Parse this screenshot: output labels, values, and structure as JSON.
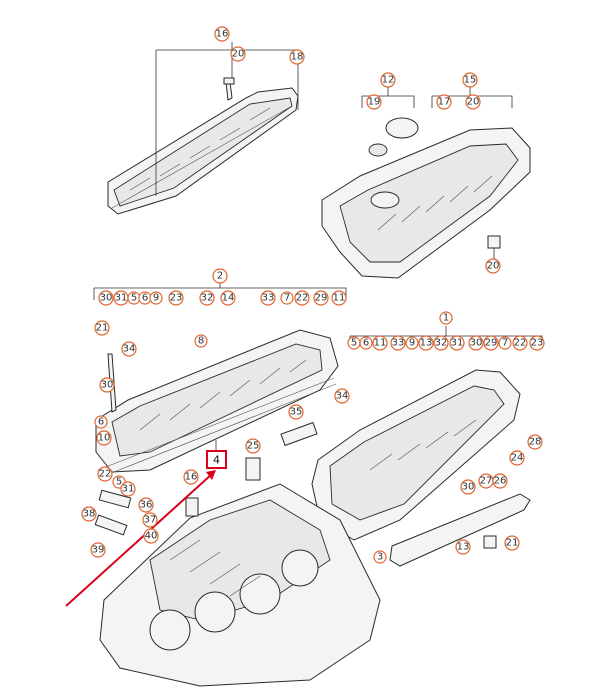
{
  "accent_color": "#e0662f",
  "highlight_color": "#d9001b",
  "highlighted_part": "4",
  "callouts": {
    "c16": "16",
    "c20a": "20",
    "c18": "18",
    "c12": "12",
    "c19": "19",
    "c15": "15",
    "c17": "17",
    "c20b": "20",
    "c20c": "20",
    "c2": "2",
    "r1_30": "30",
    "r1_31": "31",
    "r1_5": "5",
    "r1_6": "6",
    "r1_9": "9",
    "r1_23": "23",
    "r1_32": "32",
    "r1_14": "14",
    "r1_33": "33",
    "r1_7": "7",
    "r1_22": "22",
    "r1_29": "29",
    "r1_11": "11",
    "c21a": "21",
    "c34a": "34",
    "c8": "8",
    "c30a": "30",
    "c6a": "6",
    "c10": "10",
    "c22a": "22",
    "c5a": "5",
    "c31a": "31",
    "c25": "25",
    "c35": "35",
    "c16b": "16",
    "c36": "36",
    "c37": "37",
    "c38": "38",
    "c39": "39",
    "c40": "40",
    "c1": "1",
    "r2_5": "5",
    "r2_6": "6",
    "r2_11": "11",
    "r2_33": "33",
    "r2_9": "9",
    "r2_13": "13",
    "r2_32": "32",
    "r2_31": "31",
    "r2_30": "30",
    "r2_29": "29",
    "r2_7": "7",
    "r2_22": "22",
    "r2_23": "23",
    "c34b": "34",
    "c28": "28",
    "c24": "24",
    "c27": "27",
    "c26": "26",
    "c30b": "30",
    "c13": "13",
    "c21b": "21",
    "c3": "3"
  }
}
